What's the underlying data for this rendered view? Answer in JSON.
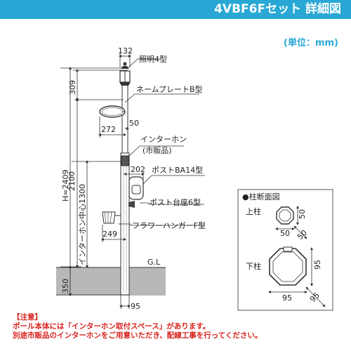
{
  "header": {
    "title": "4VBF6Fセット 詳細図",
    "unit": "(単位：mm)"
  },
  "labels": {
    "lighting": "照明4型",
    "nameplate": "ネームプレートB型",
    "interphone_line1": "インターホン",
    "interphone_line2": "(市販品)",
    "post": "ポストBA14型",
    "post_base": "ポスト台座6型",
    "flower_hanger": "フラワーハンガーF型",
    "ground": "G.L"
  },
  "dimensions": {
    "lamp_width": "132",
    "lamp_height": "309",
    "nameplate_width": "272",
    "nameplate_offset": "50",
    "post_width": "202",
    "hanger_width": "249",
    "total_height": "H=2409",
    "above_ground": "2100",
    "interphone_center": "インターホン中心1300",
    "buried": "350",
    "pole_width": "95"
  },
  "section": {
    "title": "●柱断面図",
    "upper_label": "上柱",
    "upper_dim_a": "50",
    "upper_dim_b": "50",
    "upper_dim_c": "50",
    "lower_label": "下柱",
    "lower_dim_a": "95",
    "lower_dim_b": "95",
    "lower_dim_c": "95"
  },
  "notes": {
    "heading": "【注意】",
    "line1": "ポール本体には「インターホン取付スペース」があります。",
    "line2": "別途市販品のインターホンをご用意いただき、配線工事を行ってください。"
  },
  "colors": {
    "header_bg": "#29a8d6",
    "accent_text": "#29a8d6",
    "note_text": "#d8231e",
    "ground_fill": "#b8b8b8",
    "line": "#333333"
  }
}
